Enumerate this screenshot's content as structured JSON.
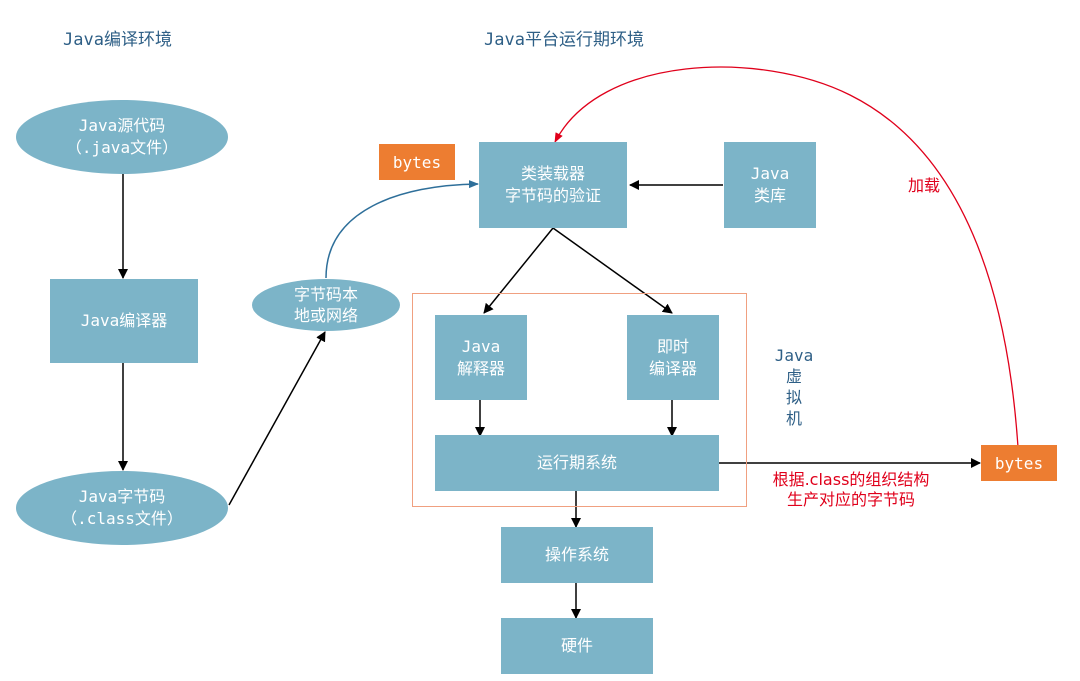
{
  "titles": {
    "compile_env": "Java编译环境",
    "runtime_env": "Java平台运行期环境"
  },
  "nodes": {
    "source_code": {
      "line1": "Java源代码",
      "line2": "（.java文件）"
    },
    "compiler": {
      "line1": "Java编译器"
    },
    "bytecode": {
      "line1": "Java字节码",
      "line2": "（.class文件）"
    },
    "local_or_network": {
      "line1": "字节码本",
      "line2": "地或网络"
    },
    "class_loader": {
      "line1": "类装载器",
      "line2": "字节码的验证"
    },
    "java_lib": {
      "line1": "Java",
      "line2": "类库"
    },
    "interpreter": {
      "line1": "Java",
      "line2": "解释器"
    },
    "jit": {
      "line1": "即时",
      "line2": "编译器"
    },
    "runtime_system": {
      "line1": "运行期系统"
    },
    "os": {
      "line1": "操作系统"
    },
    "hardware": {
      "line1": "硬件"
    }
  },
  "bytes_badges": {
    "left": "bytes",
    "right": "bytes"
  },
  "jvm_label": {
    "line1": "Java",
    "line2": "虚",
    "line3": "拟",
    "line4": "机"
  },
  "annotations": {
    "load": "加载",
    "generate_line1": "根据.class的组织结构",
    "generate_line2": "生产对应的字节码"
  },
  "colors": {
    "node_fill": "#7cb4c8",
    "bytes_fill": "#ed7d31",
    "title_text": "#2e5f86",
    "red_arrow": "#e0001b",
    "blue_arrow": "#2e6f9a",
    "jvm_frame": "#f0a080"
  }
}
